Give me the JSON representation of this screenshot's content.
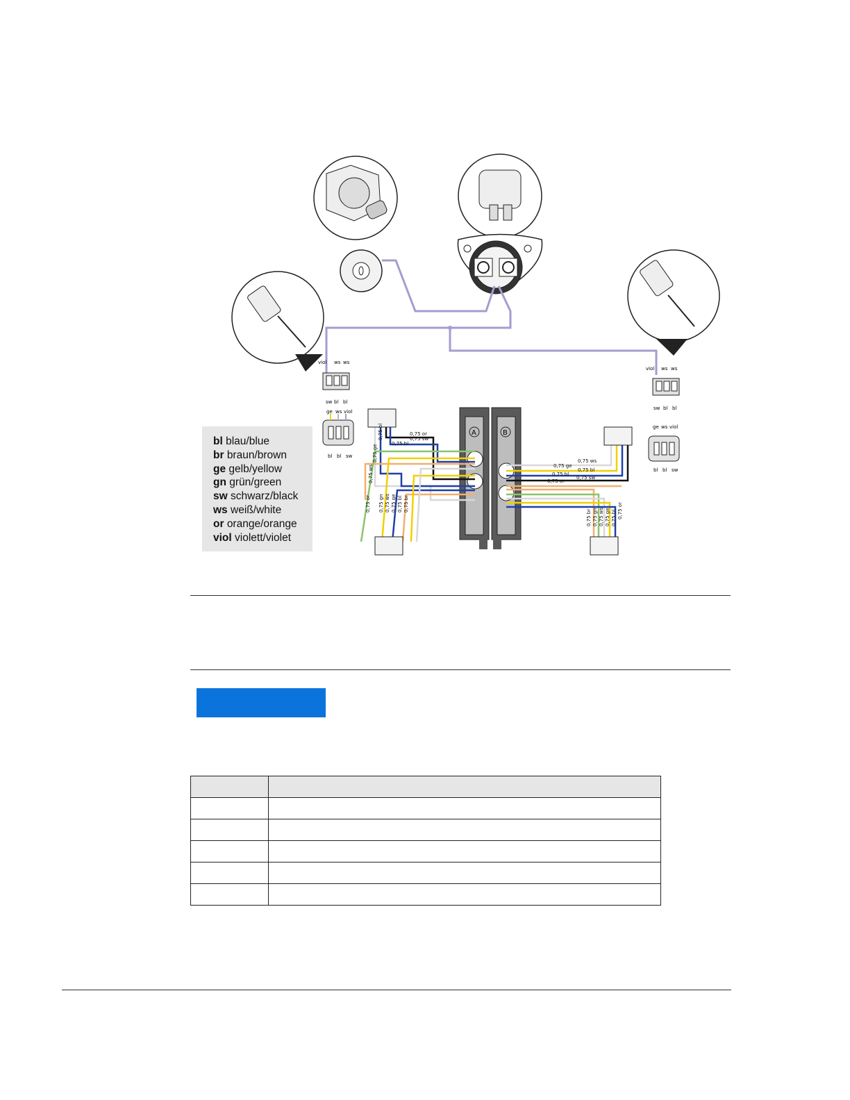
{
  "legend": [
    {
      "code": "bl",
      "text": "blau/blue"
    },
    {
      "code": "br",
      "text": "braun/brown"
    },
    {
      "code": "ge",
      "text": "gelb/yellow"
    },
    {
      "code": "gn",
      "text": "grün/green"
    },
    {
      "code": "sw",
      "text": "schwarz/black"
    },
    {
      "code": "ws",
      "text": "weiß/white"
    },
    {
      "code": "or",
      "text": "orange/orange"
    },
    {
      "code": "viol",
      "text": "violett/violet"
    }
  ],
  "diagram": {
    "panel_a_label": "A",
    "panel_b_label": "B",
    "left_top_connector": {
      "top_labels": [
        "viol",
        "ws",
        "ws"
      ],
      "bottom_labels": [
        "sw",
        "bl",
        "bl"
      ]
    },
    "left_bottom_connector": {
      "top_labels": [
        "ge",
        "ws",
        "viol"
      ],
      "bottom_labels": [
        "bl",
        "bl",
        "sw"
      ]
    },
    "right_top_connector": {
      "top_labels": [
        "viol",
        "ws",
        "ws"
      ],
      "bottom_labels": [
        "sw",
        "bl",
        "bl"
      ]
    },
    "right_bottom_connector": {
      "top_labels": [
        "ge",
        "ws",
        "viol"
      ],
      "bottom_labels": [
        "bl",
        "bl",
        "sw"
      ]
    },
    "wire_labels_a": [
      "0,75 or",
      "0,75 sw",
      "0,75 bl",
      "0,75 bl",
      "0,75 ge",
      "0,75 ws"
    ],
    "wire_labels_a_bottom": [
      "0,75 or",
      "0,75 gn",
      "0,75 ws",
      "0,75 ge",
      "0,75 bl",
      "0,75 br"
    ],
    "wire_labels_b": [
      "0,75 ws",
      "0,75 ge",
      "0,75 bl",
      "0,75 bl",
      "0,75 or",
      "0,75 sw"
    ],
    "wire_labels_b_bottom": [
      "0,75 br",
      "0,75 gn",
      "0,75 ws",
      "0,75 ge",
      "0,75 bl",
      "0,75 or"
    ],
    "colors": {
      "violet": "#a79bd0",
      "blue": "#1f3fa8",
      "yellow": "#f2d000",
      "green": "#8cc46c",
      "orange": "#f0b070",
      "black": "#111111",
      "white_wire": "#d8d8d8",
      "panel": "#5a5a5a",
      "legend_bg": "#e6e6e6",
      "accent_tab": "#0a74dc"
    }
  },
  "table": {
    "header": [
      "",
      ""
    ],
    "rows": [
      [
        "",
        ""
      ],
      [
        "",
        ""
      ],
      [
        "",
        ""
      ],
      [
        "",
        ""
      ],
      [
        "",
        ""
      ]
    ]
  }
}
